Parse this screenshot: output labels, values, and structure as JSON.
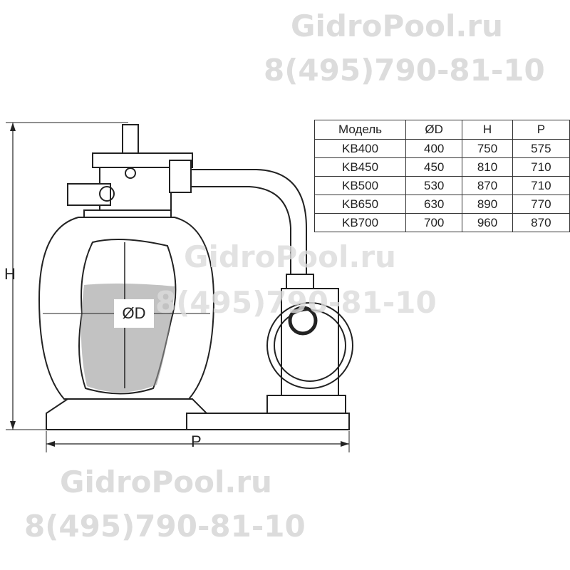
{
  "watermarks": [
    {
      "site": "GidroPool.ru",
      "phone": "8(495)790-81-10"
    },
    {
      "site": "GidroPool.ru",
      "phone": "8(495)790-81-10"
    },
    {
      "site": "GidroPool.ru",
      "phone": "8(495)790-81-10"
    }
  ],
  "dimensions": {
    "height_label": "H",
    "width_label": "P",
    "diameter_label": "ØD"
  },
  "table": {
    "headers": [
      "Модель",
      "ØD",
      "H",
      "P"
    ],
    "rows": [
      [
        "KB400",
        "400",
        "750",
        "575"
      ],
      [
        "KB450",
        "450",
        "810",
        "710"
      ],
      [
        "KB500",
        "530",
        "870",
        "710"
      ],
      [
        "KB650",
        "630",
        "890",
        "770"
      ],
      [
        "KB700",
        "700",
        "960",
        "870"
      ]
    ]
  }
}
